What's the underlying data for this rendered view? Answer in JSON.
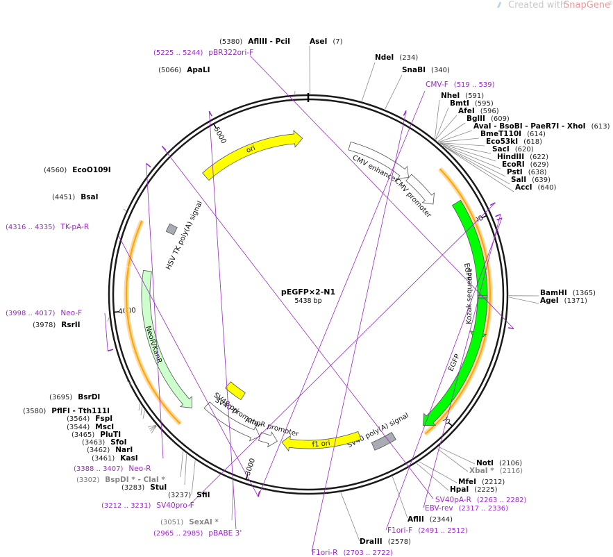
{
  "watermark": {
    "text": "Created with",
    "brand": "SnapGene",
    "reg": "®"
  },
  "plasmid": {
    "name": "pEGFP×2-N1",
    "size": "5438 bp",
    "total_bp": 5438
  },
  "colors": {
    "backbone": "#1a1a1a",
    "ori": "#ffff00",
    "egfp": "#00ff00",
    "neo": "#ccffcc",
    "promoter": "#ffffff",
    "polyA": "#a9acb3",
    "orf": "#ffa500",
    "primer": "#9a28c8"
  },
  "ticks": [
    {
      "label": "1000",
      "bp": 1000
    },
    {
      "label": "2000",
      "bp": 2000
    },
    {
      "label": "3000",
      "bp": 3000
    },
    {
      "label": "4000",
      "bp": 4000
    },
    {
      "label": "5000",
      "bp": 5000
    }
  ],
  "features": [
    {
      "label": "CMV enhancer",
      "start": 235,
      "end": 614
    },
    {
      "label": "CMV promoter",
      "start": 615,
      "end": 818
    },
    {
      "label": "EGFP",
      "start": 880,
      "end": 1596
    },
    {
      "label": "Kozak sequence",
      "start": 1364,
      "end": 1373
    },
    {
      "label": "EGFP",
      "start": 1380,
      "end": 2096
    },
    {
      "label": "SV40 poly(A) signal",
      "start": 2248,
      "end": 2369
    },
    {
      "label": "f1 ori",
      "start": 2417,
      "end": 2872
    },
    {
      "label": "AmpR promoter",
      "start": 2899,
      "end": 3003
    },
    {
      "label": "SV40 promoter",
      "start": 3004,
      "end": 3361
    },
    {
      "label": "SV40 ori",
      "start": 3212,
      "end": 3347
    },
    {
      "label": "NeoR/KanR",
      "start": 3410,
      "end": 4204
    },
    {
      "label": "HSV TK poly(A) signal",
      "start": 4440,
      "end": 4487
    },
    {
      "label": "ori",
      "start": 4818,
      "end": 5406
    }
  ],
  "enzymes": [
    {
      "name": "AseI",
      "pos": "(7)"
    },
    {
      "name": "NdeI",
      "pos": "(234)"
    },
    {
      "name": "SnaBI",
      "pos": "(340)"
    },
    {
      "name": "NheI",
      "pos": "(591)"
    },
    {
      "name": "BmtI",
      "pos": "(595)"
    },
    {
      "name": "AfeI",
      "pos": "(596)"
    },
    {
      "name": "BglII",
      "pos": "(609)"
    },
    {
      "name": "AvaI - BsoBI - PaeR7I - XhoI",
      "pos": "(613)"
    },
    {
      "name": "BmeT110I",
      "pos": "(614)"
    },
    {
      "name": "Eco53kI",
      "pos": "(618)"
    },
    {
      "name": "SacI",
      "pos": "(620)"
    },
    {
      "name": "HindIII",
      "pos": "(622)"
    },
    {
      "name": "EcoRI",
      "pos": "(629)"
    },
    {
      "name": "PstI",
      "pos": "(638)"
    },
    {
      "name": "SalI",
      "pos": "(639)"
    },
    {
      "name": "AccI",
      "pos": "(640)"
    },
    {
      "name": "BamHI",
      "pos": "(1365)"
    },
    {
      "name": "AgeI",
      "pos": "(1371)"
    },
    {
      "name": "NotI",
      "pos": "(2106)"
    },
    {
      "name": "XbaI *",
      "pos": "(2116)"
    },
    {
      "name": "MfeI",
      "pos": "(2212)"
    },
    {
      "name": "HpaI",
      "pos": "(2225)"
    },
    {
      "name": "AflII",
      "pos": "(2344)"
    },
    {
      "name": "DraIII",
      "pos": "(2578)"
    },
    {
      "name": "SexAI *",
      "pos": "(3051)"
    },
    {
      "name": "SfiI",
      "pos": "(3237)"
    },
    {
      "name": "StuI",
      "pos": "(3283)"
    },
    {
      "name": "BspDI * - ClaI *",
      "pos": "(3302)"
    },
    {
      "name": "KasI",
      "pos": "(3461)"
    },
    {
      "name": "NarI",
      "pos": "(3462)"
    },
    {
      "name": "SfoI",
      "pos": "(3463)"
    },
    {
      "name": "PluTI",
      "pos": "(3465)"
    },
    {
      "name": "MscI",
      "pos": "(3544)"
    },
    {
      "name": "FspI",
      "pos": "(3564)"
    },
    {
      "name": "PflFI - Tth111I",
      "pos": "(3580)"
    },
    {
      "name": "BsrDI",
      "pos": "(3695)"
    },
    {
      "name": "RsrII",
      "pos": "(3978)"
    },
    {
      "name": "BsaI",
      "pos": "(4451)"
    },
    {
      "name": "EcoO109I",
      "pos": "(4560)"
    },
    {
      "name": "ApaLI",
      "pos": "(5066)"
    },
    {
      "name": "AflIII - PciI",
      "pos": "(5380)"
    }
  ],
  "primers": [
    {
      "name": "CMV-F",
      "pos": "(519 .. 539)"
    },
    {
      "name": "SV40pA-R",
      "pos": "(2263 .. 2282)"
    },
    {
      "name": "EBV-rev",
      "pos": "(2317 .. 2336)"
    },
    {
      "name": "F1ori-F",
      "pos": "(2491 .. 2512)"
    },
    {
      "name": "F1ori-R",
      "pos": "(2703 .. 2722)"
    },
    {
      "name": "pBABE 3'",
      "pos": "(2965 .. 2985)"
    },
    {
      "name": "SV40pro-F",
      "pos": "(3212 .. 3231)"
    },
    {
      "name": "Neo-R",
      "pos": "(3388 .. 3407)"
    },
    {
      "name": "Neo-F",
      "pos": "(3998 .. 4017)"
    },
    {
      "name": "TK-pA-R",
      "pos": "(4316 .. 4335)"
    },
    {
      "name": "pBR322ori-F",
      "pos": "(5225 .. 5244)"
    }
  ]
}
